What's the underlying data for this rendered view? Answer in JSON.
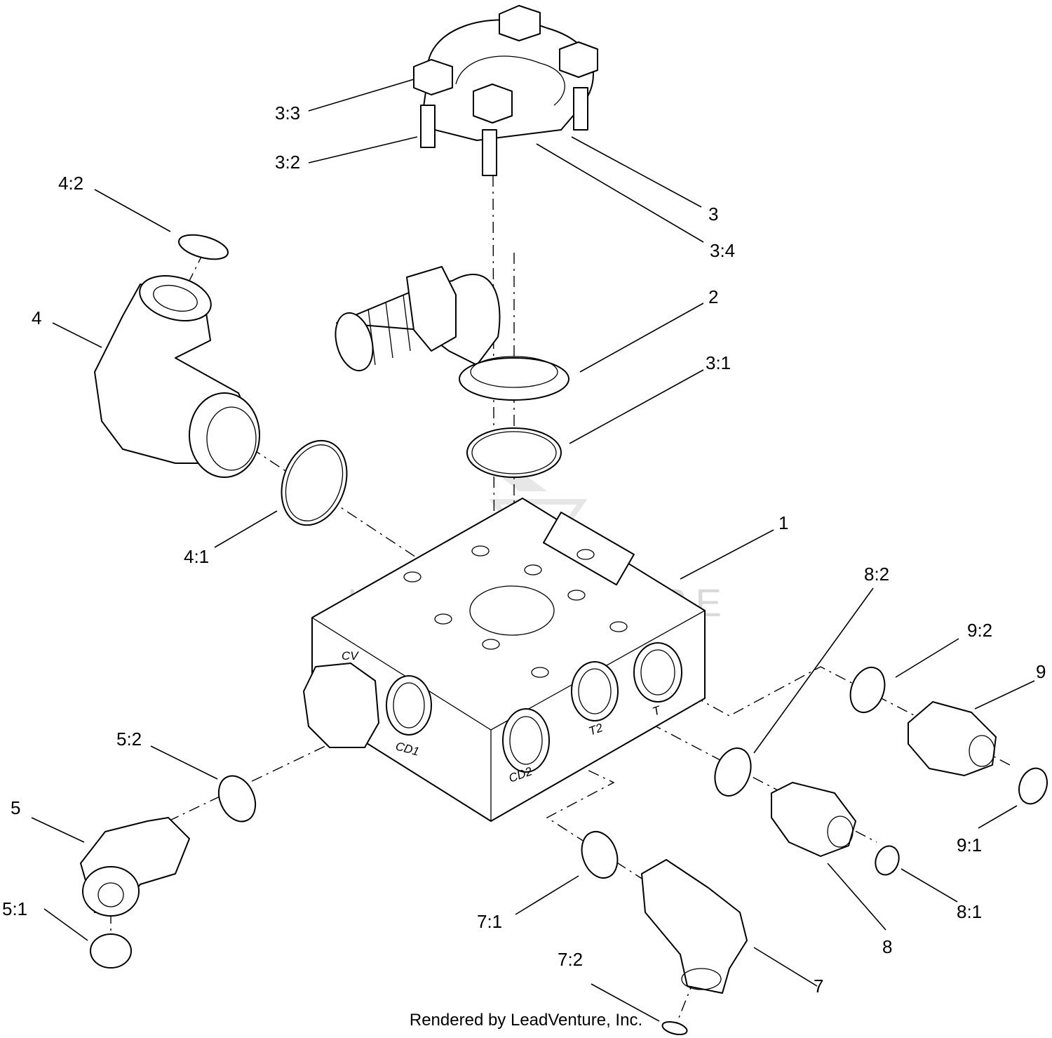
{
  "watermark": "LEADVENTURE",
  "footer": "Rendered by LeadVenture, Inc.",
  "port_labels": {
    "cv": "CV",
    "cd1": "CD1",
    "cd2": "CD2",
    "t2": "T2",
    "t": "T"
  },
  "callouts": {
    "c1": "1",
    "c2": "2",
    "c3": "3",
    "c3_1": "3:1",
    "c3_2": "3:2",
    "c3_3": "3:3",
    "c3_4": "3:4",
    "c4": "4",
    "c4_1": "4:1",
    "c4_2": "4:2",
    "c5": "5",
    "c5_1": "5:1",
    "c5_2": "5:2",
    "c7": "7",
    "c7_1": "7:1",
    "c7_2": "7:2",
    "c8": "8",
    "c8_1": "8:1",
    "c8_2": "8:2",
    "c9": "9",
    "c9_1": "9:1",
    "c9_2": "9:2"
  }
}
